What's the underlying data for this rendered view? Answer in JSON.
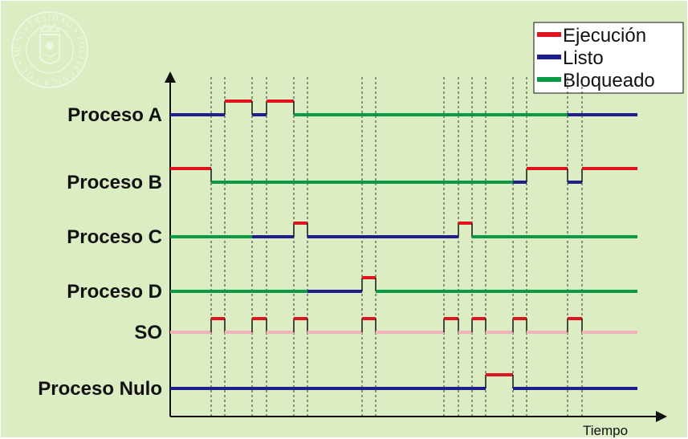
{
  "seal": {
    "text": "UNIVERSIDAD • POLITECNICA • DE • MADRID"
  },
  "legend": {
    "items": [
      {
        "label": "Ejecución",
        "color": "#e0141e"
      },
      {
        "label": "Listo",
        "color": "#1e1e8c"
      },
      {
        "label": "Bloqueado",
        "color": "#0a9a46"
      }
    ]
  },
  "axis": {
    "x_label": "Tiempo"
  },
  "rows": [
    {
      "name": "Proceso A",
      "segments": [
        {
          "from": 0,
          "to": 2,
          "state": "listo"
        },
        {
          "from": 2,
          "to": 3,
          "state": "ejecucion"
        },
        {
          "from": 3,
          "to": 4,
          "state": "listo"
        },
        {
          "from": 4,
          "to": 5,
          "state": "ejecucion"
        },
        {
          "from": 5,
          "to": 15,
          "state": "bloqueado"
        },
        {
          "from": 15,
          "to": 17,
          "state": "listo"
        }
      ]
    },
    {
      "name": "Proceso B",
      "segments": [
        {
          "from": 0,
          "to": 1,
          "state": "ejecucion"
        },
        {
          "from": 1,
          "to": 13,
          "state": "bloqueado"
        },
        {
          "from": 13,
          "to": 14,
          "state": "listo"
        },
        {
          "from": 14,
          "to": 15,
          "state": "ejecucion"
        },
        {
          "from": 15,
          "to": 16,
          "state": "listo"
        },
        {
          "from": 16,
          "to": 17,
          "state": "ejecucion"
        }
      ]
    },
    {
      "name": "Proceso C",
      "segments": [
        {
          "from": 0,
          "to": 3,
          "state": "bloqueado"
        },
        {
          "from": 3,
          "to": 5,
          "state": "listo"
        },
        {
          "from": 5,
          "to": 6,
          "state": "ejecucion"
        },
        {
          "from": 6,
          "to": 10,
          "state": "listo"
        },
        {
          "from": 10,
          "to": 11,
          "state": "ejecucion"
        },
        {
          "from": 11,
          "to": 17,
          "state": "bloqueado"
        }
      ]
    },
    {
      "name": "Proceso D",
      "segments": [
        {
          "from": 0,
          "to": 6,
          "state": "bloqueado"
        },
        {
          "from": 6,
          "to": 7,
          "state": "listo"
        },
        {
          "from": 7,
          "to": 8,
          "state": "ejecucion"
        },
        {
          "from": 8,
          "to": 17,
          "state": "bloqueado"
        }
      ]
    },
    {
      "name": "SO",
      "segments": [
        {
          "from": 0,
          "to": 1,
          "state": "inactivo"
        },
        {
          "from": 1,
          "to": 2,
          "state": "ejecucion"
        },
        {
          "from": 2,
          "to": 3,
          "state": "inactivo"
        },
        {
          "from": 3,
          "to": 4,
          "state": "ejecucion"
        },
        {
          "from": 4,
          "to": 5,
          "state": "inactivo"
        },
        {
          "from": 5,
          "to": 6,
          "state": "ejecucion"
        },
        {
          "from": 6,
          "to": 7,
          "state": "inactivo"
        },
        {
          "from": 7,
          "to": 8,
          "state": "ejecucion"
        },
        {
          "from": 8,
          "to": 9,
          "state": "inactivo"
        },
        {
          "from": 9,
          "to": 10,
          "state": "ejecucion"
        },
        {
          "from": 10,
          "to": 11,
          "state": "inactivo"
        },
        {
          "from": 11,
          "to": 12,
          "state": "ejecucion"
        },
        {
          "from": 12,
          "to": 13,
          "state": "inactivo"
        },
        {
          "from": 13,
          "to": 14,
          "state": "ejecucion"
        },
        {
          "from": 14,
          "to": 15,
          "state": "inactivo"
        },
        {
          "from": 15,
          "to": 16,
          "state": "ejecucion"
        },
        {
          "from": 16,
          "to": 17,
          "state": "inactivo"
        }
      ]
    },
    {
      "name": "Proceso Nulo",
      "segments": [
        {
          "from": 0,
          "to": 12,
          "state": "listo"
        },
        {
          "from": 12,
          "to": 13,
          "state": "ejecucion"
        },
        {
          "from": 13,
          "to": 17,
          "state": "listo"
        }
      ]
    }
  ],
  "state_colors": {
    "ejecucion": "#e0141e",
    "listo": "#1e1e8c",
    "bloqueado": "#0a9a46",
    "inactivo": "#f0b4b8"
  },
  "background": "#dcecc3"
}
